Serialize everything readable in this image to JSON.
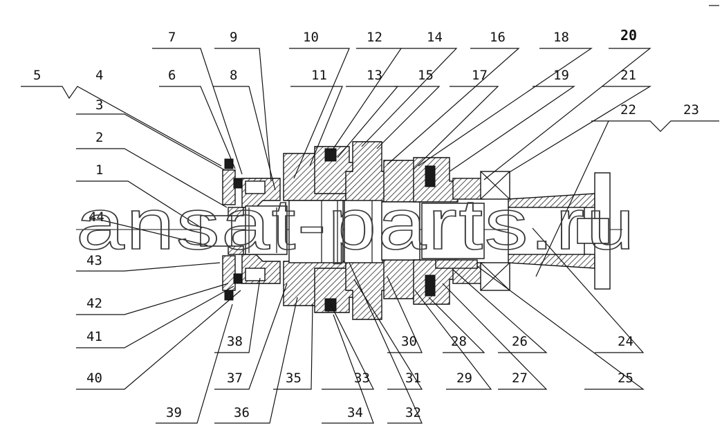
{
  "diagram": {
    "callouts": [
      "1",
      "2",
      "3",
      "4",
      "5",
      "6",
      "7",
      "8",
      "9",
      "10",
      "11",
      "12",
      "13",
      "14",
      "15",
      "16",
      "17",
      "18",
      "19",
      "20",
      "21",
      "22",
      "23",
      "24",
      "25",
      "26",
      "27",
      "28",
      "29",
      "30",
      "31",
      "32",
      "33",
      "34",
      "35",
      "36",
      "37",
      "38",
      "39",
      "40",
      "41",
      "42",
      "43",
      "44"
    ],
    "watermark": "ansat-parts.ru"
  }
}
